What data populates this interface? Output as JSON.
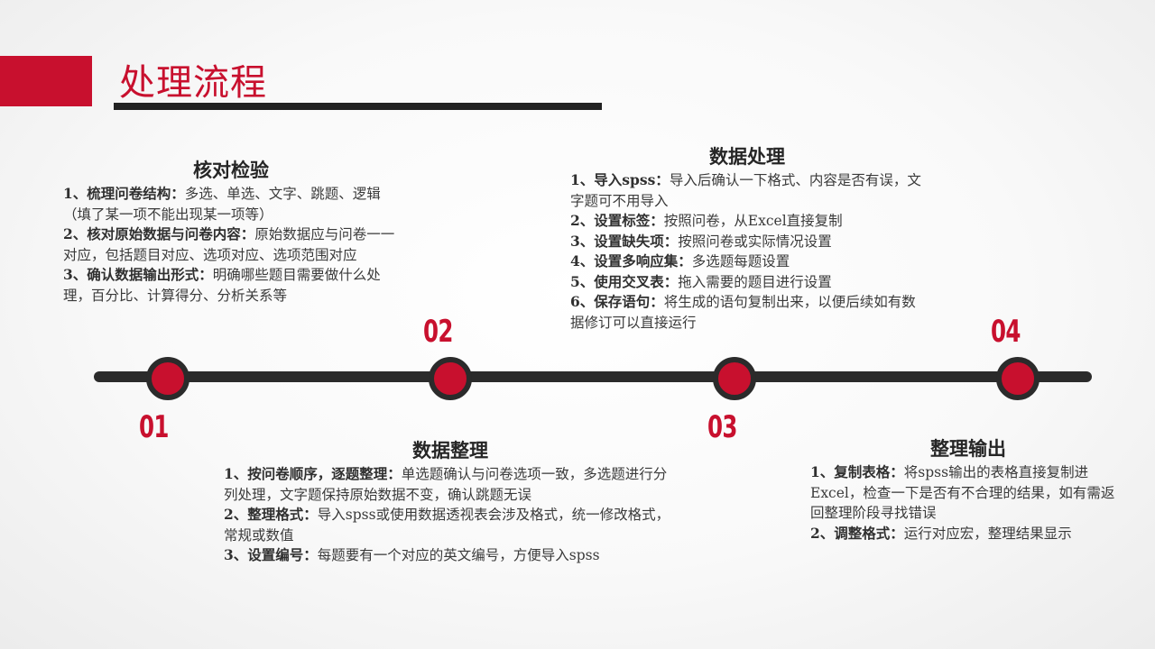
{
  "page_title": "处理流程",
  "colors": {
    "accent": "#c8102e",
    "dark": "#2b2b2b",
    "text": "#3a3a3a"
  },
  "steps": [
    {
      "number": "01",
      "title": "核对检验",
      "items": [
        {
          "label": "1、梳理问卷结构：",
          "text": "多选、单选、文字、跳题、逻辑（填了某一项不能出现某一项等）"
        },
        {
          "label": "2、核对原始数据与问卷内容：",
          "text": "原始数据应与问卷一一对应，包括题目对应、选项对应、选项范围对应"
        },
        {
          "label": "3、确认数据输出形式：",
          "text": "明确哪些题目需要做什么处理，百分比、计算得分、分析关系等"
        }
      ]
    },
    {
      "number": "02",
      "title": "数据整理",
      "items": [
        {
          "label": "1、按问卷顺序，逐题整理：",
          "text": "单选题确认与问卷选项一致，多选题进行分列处理，文字题保持原始数据不变，确认跳题无误"
        },
        {
          "label": "2、整理格式：",
          "text": "导入spss或使用数据透视表会涉及格式，统一修改格式，常规或数值"
        },
        {
          "label": "3、设置编号：",
          "text": "每题要有一个对应的英文编号，方便导入spss"
        }
      ]
    },
    {
      "number": "03",
      "title": "数据处理",
      "items": [
        {
          "label": "1、导入spss：",
          "text": "导入后确认一下格式、内容是否有误，文字题可不用导入"
        },
        {
          "label": "2、设置标签：",
          "text": "按照问卷，从Excel直接复制"
        },
        {
          "label": "3、设置缺失项：",
          "text": "按照问卷或实际情况设置"
        },
        {
          "label": "4、设置多响应集：",
          "text": "多选题每题设置"
        },
        {
          "label": "5、使用交叉表：",
          "text": "拖入需要的题目进行设置"
        },
        {
          "label": "6、保存语句：",
          "text": "将生成的语句复制出来，以便后续如有数据修订可以直接运行"
        }
      ]
    },
    {
      "number": "04",
      "title": "整理输出",
      "items": [
        {
          "label": "1、复制表格：",
          "text": "将spss输出的表格直接复制进Excel，检查一下是否有不合理的结果，如有需返回整理阶段寻找错误"
        },
        {
          "label": "2、调整格式：",
          "text": "运行对应宏，整理结果显示"
        }
      ]
    }
  ]
}
